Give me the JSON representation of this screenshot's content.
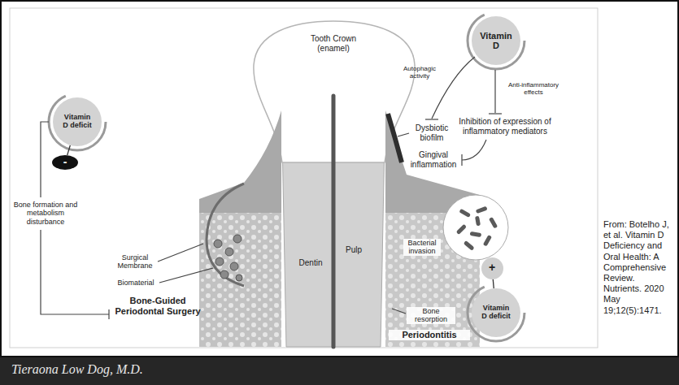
{
  "diagram": {
    "caption": "From: Botelho J, et al. Vitamin D Deficiency and Oral Health: A Comprehensive Review. Nutrients. 2020 May 19;12(5):1471.",
    "nodes": [
      {
        "text": [
          "Vitamin D"
        ]
      },
      {
        "text": [
          "Vitamin D deficit"
        ]
      },
      {
        "text": [
          "-"
        ]
      },
      {
        "text": [
          "+"
        ]
      },
      {
        "text": [
          "Vitamin D deficit"
        ]
      }
    ],
    "edges": [
      {
        "from": 1,
        "to": 2,
        "arrow": "none"
      },
      {
        "from": 3,
        "to": 4,
        "arrow": "none"
      }
    ],
    "labels": [
      "Tooth Crown (enamel)",
      "Autophagic activity",
      "Anti-inflammatory effects",
      "Dysbiotic biofilm",
      "Inhibition of expression of inflammatory mediators",
      "Gingival inflammation",
      "Bone formation and metabolism disturbance",
      "Surgical Membrane",
      "Biomaterial",
      "Bone-Guided Periodontal Surgery",
      "Dentin",
      "Pulp",
      "Bacterial invasion",
      "Bone resorption",
      "Periodontitis",
      "Tieraona Low Dog, M.D."
    ]
  }
}
